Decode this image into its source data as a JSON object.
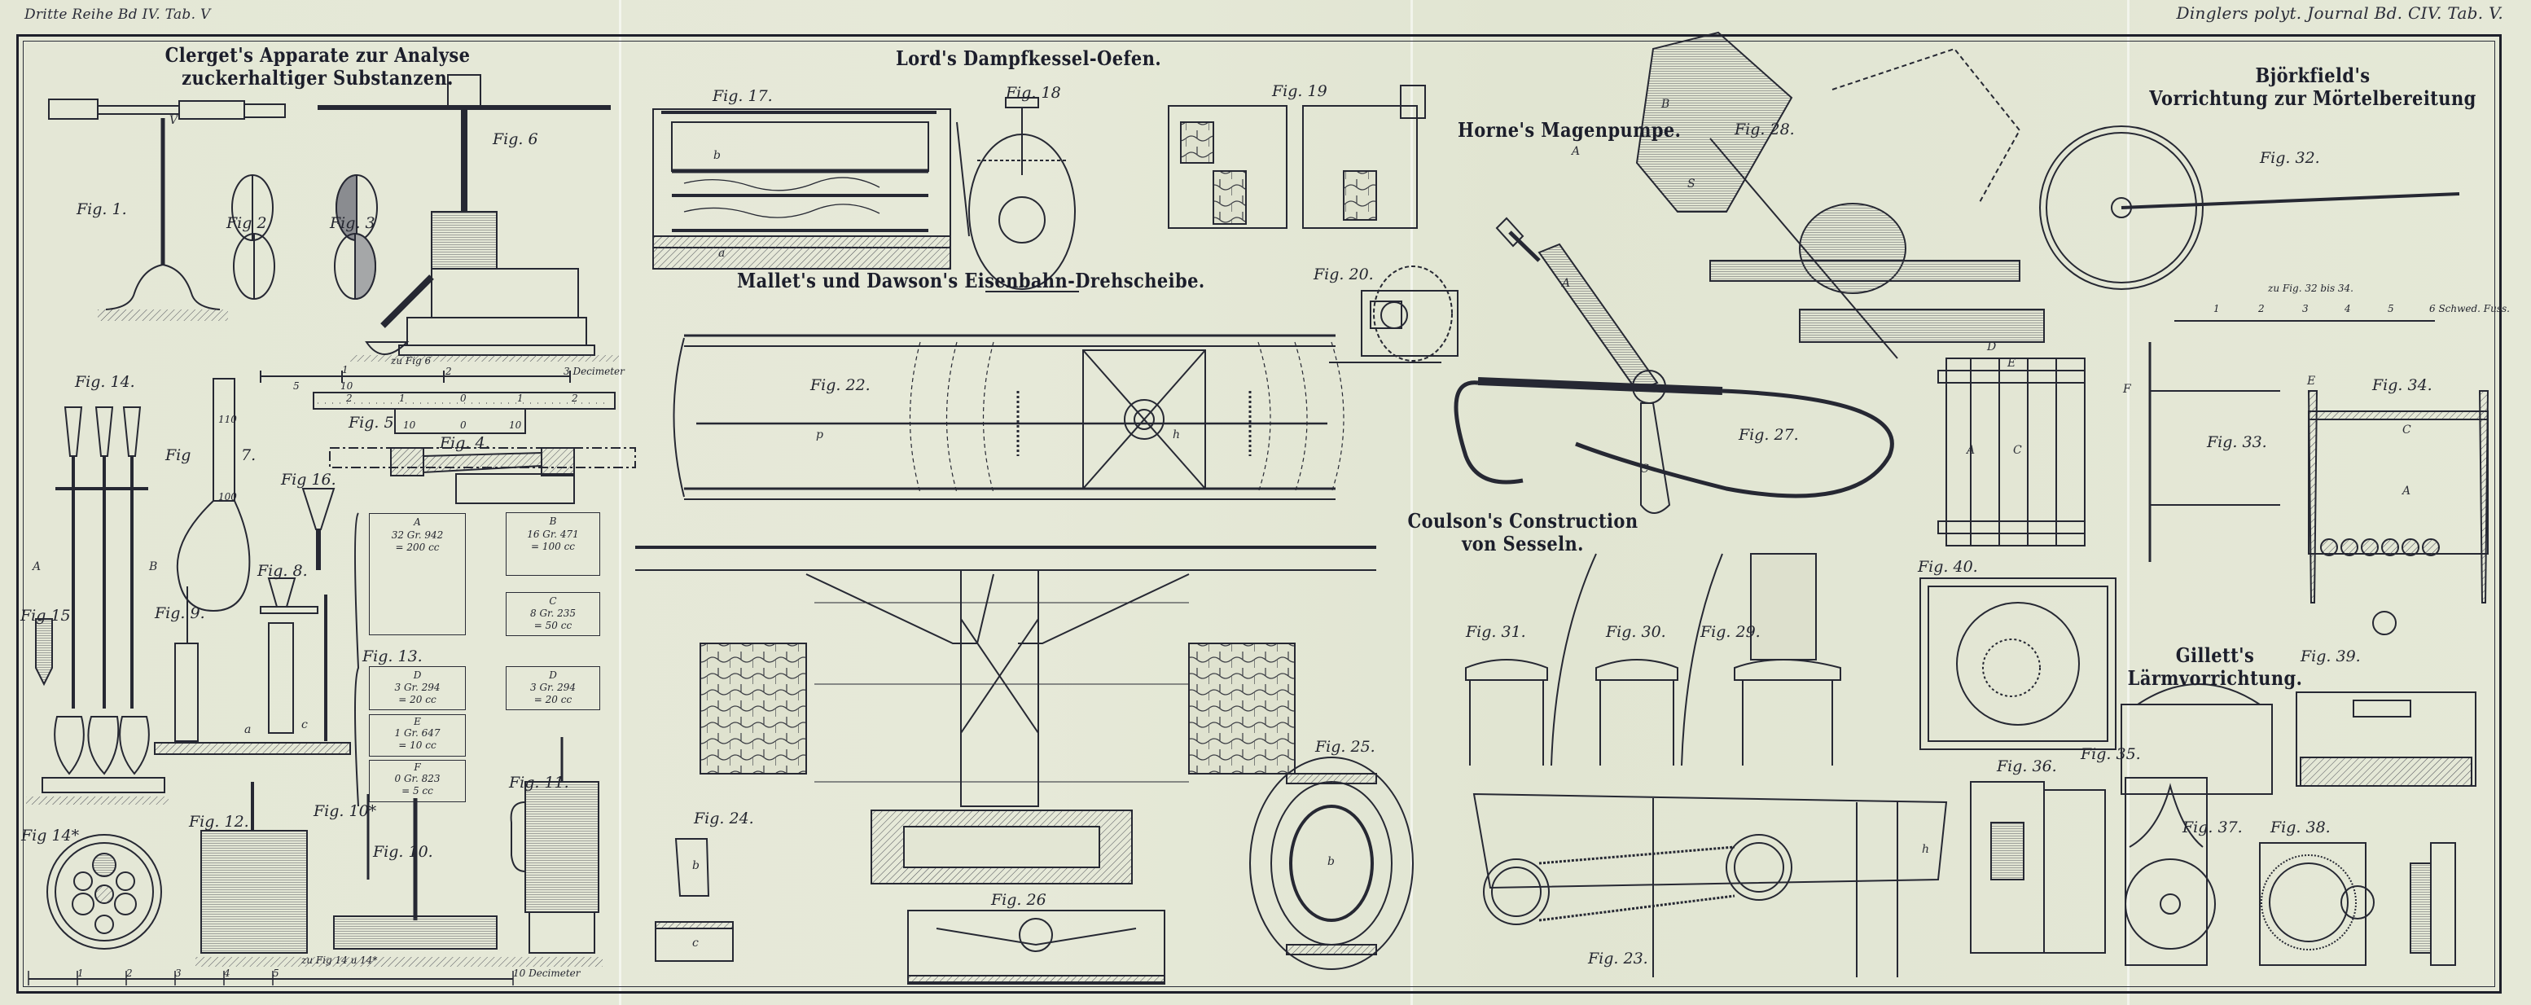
{
  "header": {
    "left": "Dritte Reihe Bd IV. Tab. V",
    "right": "Dinglers polyt. Journal Bd. CIV. Tab. V."
  },
  "sections": {
    "clerget": "Clerget's Apparate zur Analyse zuckerhaltiger Substanzen.",
    "lord": "Lord's Dampfkessel-Oefen.",
    "mallet": "Mallet's und Dawson's Eisenbahn-Drehscheibe.",
    "horne": "Horne's Magenpumpe.",
    "bjorkfield_1": "Björkfield's",
    "bjorkfield_2": "Vorrichtung zur Mörtelbereitung",
    "coulson_1": "Coulson's Construction",
    "coulson_2": "von Sesseln.",
    "gillett_1": "Gillett's",
    "gillett_2": "Lärmvorrichtung."
  },
  "figures": {
    "f1": "Fig. 1.",
    "f2": "Fig 2",
    "f3": "Fig. 3",
    "f4": "Fig. 4.",
    "f5": "Fig. 5",
    "f6": "Fig. 6",
    "f7a": "Fig",
    "f7b": "7.",
    "f8": "Fig. 8.",
    "f9": "Fig. 9.",
    "f10": "Fig. 10.",
    "f10s": "Fig. 10*",
    "f11": "Fig. 11.",
    "f12": "Fig. 12.",
    "f13": "Fig. 13.",
    "f14": "Fig. 14.",
    "f14s": "Fig 14*",
    "f15": "Fig 15",
    "f16": "Fig 16.",
    "f17": "Fig. 17.",
    "f18": "Fig. 18",
    "f19": "Fig. 19",
    "f20": "Fig. 20.",
    "f22": "Fig. 22.",
    "f23": "Fig. 23.",
    "f24": "Fig. 24.",
    "f25": "Fig. 25.",
    "f26": "Fig. 26",
    "f27": "Fig. 27.",
    "f28": "Fig. 28.",
    "f29": "Fig. 29.",
    "f30": "Fig. 30.",
    "f31": "Fig. 31.",
    "f32": "Fig. 32.",
    "f33": "Fig. 33.",
    "f34": "Fig. 34.",
    "f35": "Fig. 35.",
    "f36": "Fig. 36.",
    "f37": "Fig. 37.",
    "f38": "Fig. 38.",
    "f39": "Fig. 39.",
    "f40": "Fig. 40."
  },
  "fig13_boxes": [
    {
      "label": "A",
      "weight": "32 Gr. 942",
      "volume": "= 200 cc"
    },
    {
      "label": "B",
      "weight": "16 Gr. 471",
      "volume": "= 100 cc"
    },
    {
      "label": "C",
      "weight": "8 Gr. 235",
      "volume": "= 50 cc"
    },
    {
      "label": "D",
      "weight": "3 Gr. 294",
      "volume": "= 20 cc"
    },
    {
      "label": "D",
      "weight": "3 Gr. 294",
      "volume": "= 20 cc"
    },
    {
      "label": "E",
      "weight": "1 Gr. 647",
      "volume": "= 10 cc"
    },
    {
      "label": "F",
      "weight": "0 Gr. 823",
      "volume": "= 5 cc"
    }
  ],
  "scales": {
    "fig6": {
      "caption": "zu Fig 6",
      "ticks": [
        "5",
        "1",
        "10",
        "2"
      ],
      "unit": "3 Decimeter"
    },
    "fig5": {
      "upper": [
        "2",
        "1",
        "0",
        "1",
        "2"
      ],
      "vernier": [
        "10",
        "0",
        "10"
      ]
    },
    "fig32_34": {
      "caption": "zu Fig. 32 bis 34.",
      "ticks": [
        "1",
        "2",
        "3",
        "4",
        "5"
      ],
      "unit": "6 Schwed. Fuss."
    },
    "fig14": {
      "caption": "zu Fig 14 u 14*",
      "ticks": [
        "1",
        "2",
        "3",
        "4",
        "5"
      ],
      "unit": "10 Decimeter"
    }
  },
  "part_letters": {
    "fig14_a": "A",
    "fig14_b": "B",
    "fig8_a": "a",
    "fig8_c": "c",
    "fig1_v": "V",
    "fig27_a": "A",
    "fig27_c": "C",
    "fig28_a": "A",
    "fig28_b": "B",
    "fig28_s": "S",
    "fig33_a": "A",
    "fig33_c": "C",
    "fig33_e": "E",
    "fig33_f": "F",
    "fig33_d": "D",
    "fig34_a": "A",
    "fig34_e": "E",
    "fig34_c": "C",
    "fig22_p": "p",
    "fig22_h": "h",
    "fig23_h": "h",
    "fig24_b": "b",
    "fig24_c": "c",
    "fig25_b": "b",
    "fig17_b": "b",
    "fig17_a": "a",
    "fig7_110": "110",
    "fig7_100": "100"
  },
  "colors": {
    "paper": "#e4e7d6",
    "ink": "#1f2230",
    "hatch": "#8a8d8c"
  }
}
